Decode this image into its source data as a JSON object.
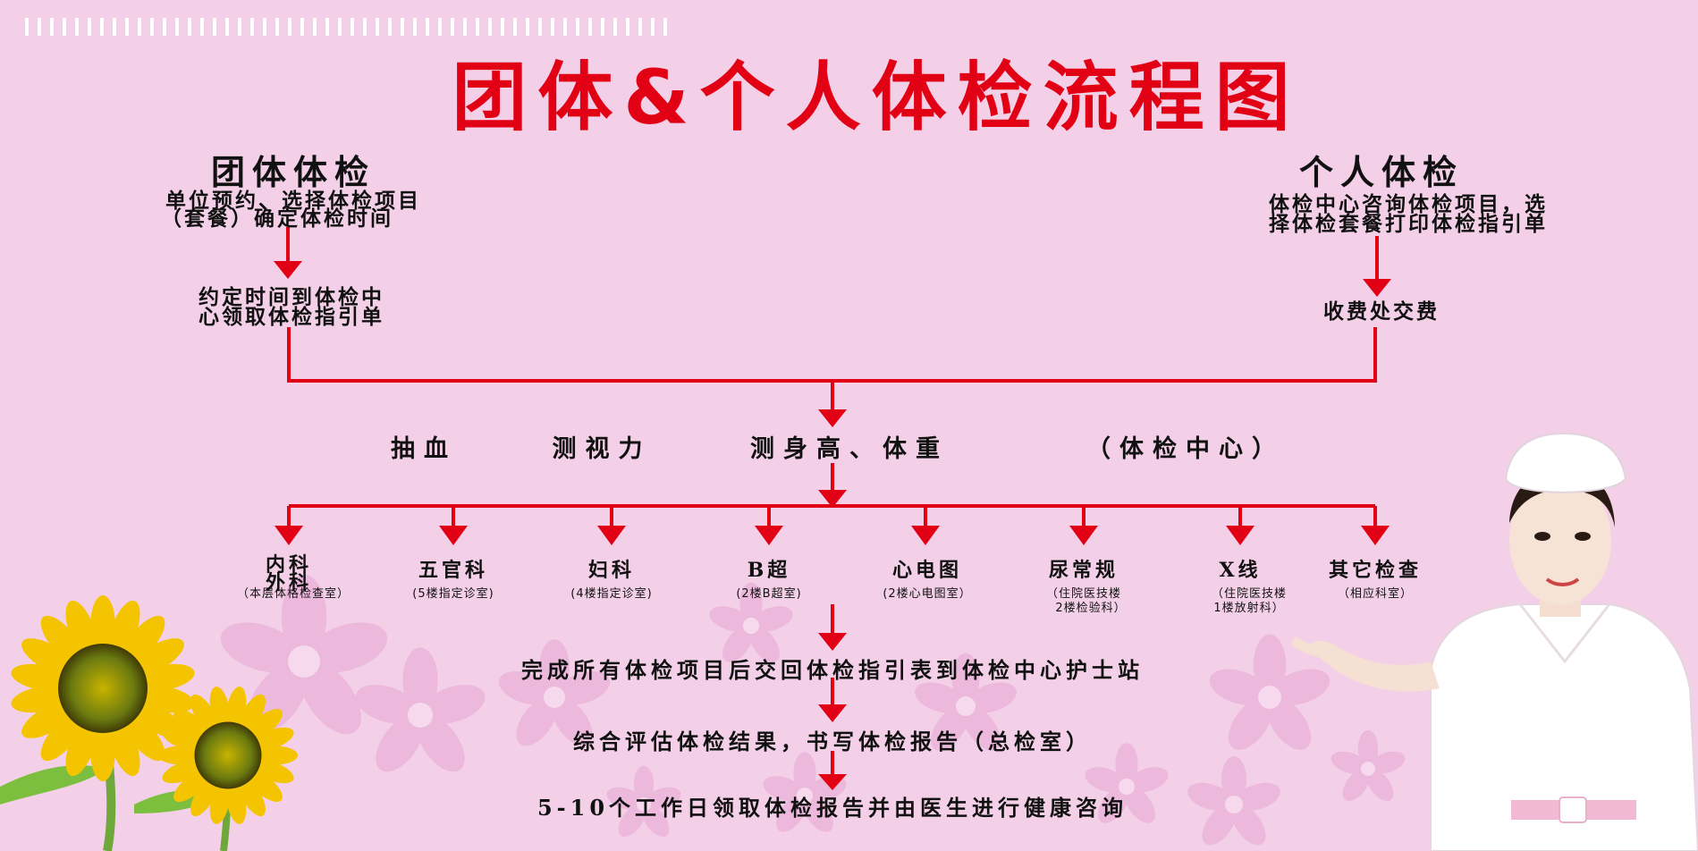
{
  "title": "团体&个人体检流程图",
  "group": {
    "heading": "团体体检",
    "step1_line1": "单位预约、选择体检项目",
    "step1_line2": "（套餐）确定体检时间",
    "step2_line1": "约定时间到体检中",
    "step2_line2": "心领取体检指引单"
  },
  "individual": {
    "heading": "个人体检",
    "step1_line1": "体检中心咨询体检项目，选",
    "step1_line2": "择体检套餐打印体检指引单",
    "step2": "收费处交费"
  },
  "center": {
    "items": [
      "抽血",
      "测视力",
      "测身高、体重"
    ],
    "location": "（体检中心）"
  },
  "departments": [
    {
      "name": "内科",
      "name2": "外科",
      "note": "（本层体格检查室）",
      "note2": ""
    },
    {
      "name": "五官科",
      "name2": "",
      "note": "(5楼指定诊室)",
      "note2": ""
    },
    {
      "name": "妇科",
      "name2": "",
      "note": "(4楼指定诊室)",
      "note2": ""
    },
    {
      "name": "B超",
      "name2": "",
      "note": "(2楼B超室)",
      "note2": ""
    },
    {
      "name": "心电图",
      "name2": "",
      "note": "(2楼心电图室）",
      "note2": ""
    },
    {
      "name": "尿常规",
      "name2": "",
      "note": "（住院医技楼",
      "note2": "2楼检验科）"
    },
    {
      "name": "X线",
      "name2": "",
      "note": "（住院医技楼",
      "note2": "1楼放射科）"
    },
    {
      "name": "其它检查",
      "name2": "",
      "note": "（相应科室）",
      "note2": ""
    }
  ],
  "final_steps": [
    "完成所有体检项目后交回体检指引表到体检中心护士站",
    "综合评估体检结果，书写体检报告（总检室）",
    "5-10个工作日领取体检报告并由医生进行健康咨询"
  ],
  "colors": {
    "background": "#f3d0e7",
    "title": "#e10014",
    "arrow": "#e10014",
    "text": "#111111"
  }
}
